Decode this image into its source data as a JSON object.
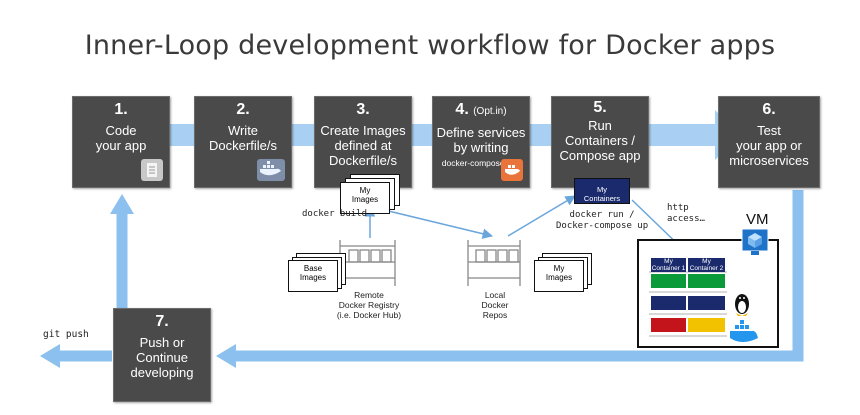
{
  "title": "Inner-Loop development workflow for Docker apps",
  "steps": [
    {
      "num": "1.",
      "text": "Code\nyour app"
    },
    {
      "num": "2.",
      "text": "Write\nDockerfile/s"
    },
    {
      "num": "3.",
      "text": "Create Images\ndefined at\nDockerfile/s"
    },
    {
      "num": "4.",
      "num_note": "(Opt.in)",
      "text": "Define services\nby writing",
      "sub": "docker-compose.yml"
    },
    {
      "num": "5.",
      "text": "Run\nContainers /\nCompose app"
    },
    {
      "num": "6.",
      "text": "Test\nyour app or\nmicroservices"
    },
    {
      "num": "7.",
      "text": "Push or\nContinue\ndeveloping"
    }
  ],
  "commands": {
    "docker_build": "docker build",
    "docker_run": "docker run /\nDocker-compose up",
    "http_access": "http\naccess…",
    "git_push": "git push"
  },
  "cards": {
    "my_images_top": "My\nImages",
    "my_containers": "My\nContainers",
    "base_images": "Base\nImages",
    "my_images_local": "My\nImages"
  },
  "registries": {
    "remote": "Remote\nDocker Registry\n(i.e. Docker Hub)",
    "local": "Local\nDocker\nRepos"
  },
  "vm": {
    "label": "VM",
    "container1": "My\nContainer 1",
    "container2": "My\nContainer 2"
  },
  "colors": {
    "step_bg": "#4a4a4a",
    "flow_arrow": "#8cc0ee",
    "container_blue": "#1a2a6c",
    "green": "#0a9a3a",
    "red": "#c4141b",
    "yellow": "#f2c200"
  },
  "icons": [
    "document-icon",
    "docker-whale-icon",
    "docker-compose-icon",
    "vm-cube-icon",
    "linux-penguin-icon"
  ]
}
